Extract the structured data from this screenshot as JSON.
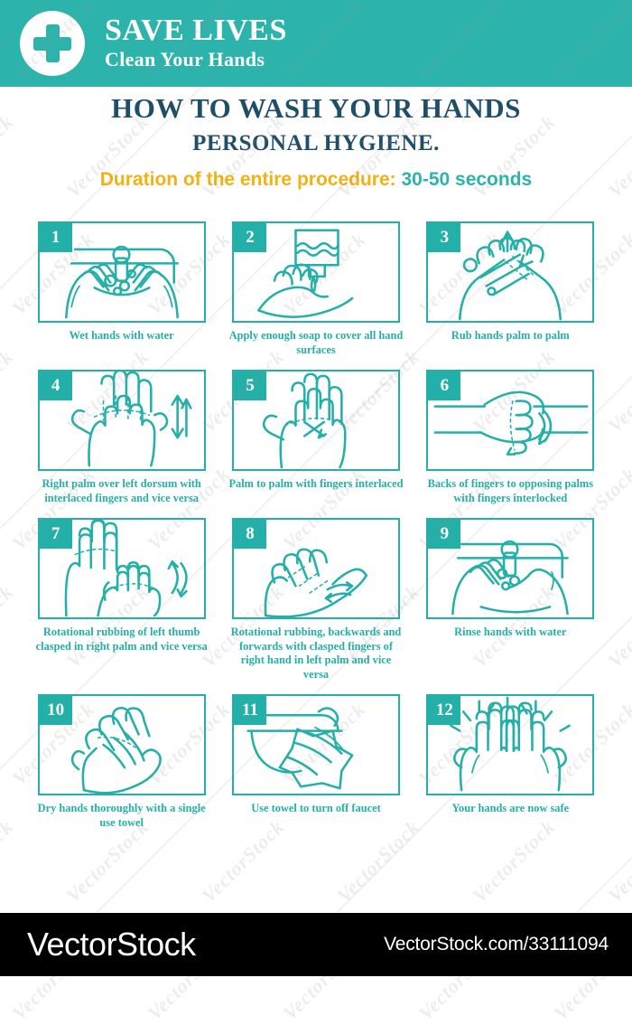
{
  "header": {
    "logo_icon": "medical-cross-icon",
    "title": "SAVE LIVES",
    "subtitle": "Clean Your Hands",
    "background_color": "#2cb4ac"
  },
  "titles": {
    "main": "HOW TO WASH YOUR HANDS",
    "sub": "PERSONAL HYGIENE.",
    "duration_label": "Duration of the entire procedure:",
    "duration_value": "30-50 seconds",
    "main_color": "#1f4e68",
    "duration_label_color": "#f3b211",
    "duration_value_color": "#2cb4ac"
  },
  "theme": {
    "teal": "#23b0a8",
    "navy": "#1f4e68",
    "gold": "#f3b211",
    "black": "#000000",
    "white": "#ffffff"
  },
  "steps": [
    {
      "number": "1",
      "caption": "Wet hands with water",
      "icon": "hands-under-faucet-icon"
    },
    {
      "number": "2",
      "caption": "Apply enough soap to cover all hand surfaces",
      "icon": "soap-dispenser-icon"
    },
    {
      "number": "3",
      "caption": "Rub hands palm to palm",
      "icon": "palm-to-palm-icon"
    },
    {
      "number": "4",
      "caption": "Right palm over left dorsum with interlaced fingers and vice versa",
      "icon": "palm-over-dorsum-icon"
    },
    {
      "number": "5",
      "caption": "Palm to palm with fingers interlaced",
      "icon": "fingers-interlaced-icon"
    },
    {
      "number": "6",
      "caption": "Backs of fingers to opposing palms with fingers interlocked",
      "icon": "backs-of-fingers-icon"
    },
    {
      "number": "7",
      "caption": "Rotational rubbing of left thumb clasped in right palm and vice versa",
      "icon": "thumb-rotation-icon"
    },
    {
      "number": "8",
      "caption": "Rotational rubbing, backwards and forwards with clasped fingers of right hand in left palm and vice versa",
      "icon": "fingertips-in-palm-icon"
    },
    {
      "number": "9",
      "caption": "Rinse hands with water",
      "icon": "rinse-hands-icon"
    },
    {
      "number": "10",
      "caption": "Dry hands thoroughly with a single use towel",
      "icon": "dry-hands-towel-icon"
    },
    {
      "number": "11",
      "caption": "Use towel to turn off faucet",
      "icon": "towel-faucet-icon"
    },
    {
      "number": "12",
      "caption": "Your hands are now safe",
      "icon": "clean-hands-icon"
    }
  ],
  "watermark": {
    "text": "VectorStock"
  },
  "footer": {
    "brand": "VectorStock",
    "url": "VectorStock.com/33111094",
    "background_color": "#000000"
  }
}
